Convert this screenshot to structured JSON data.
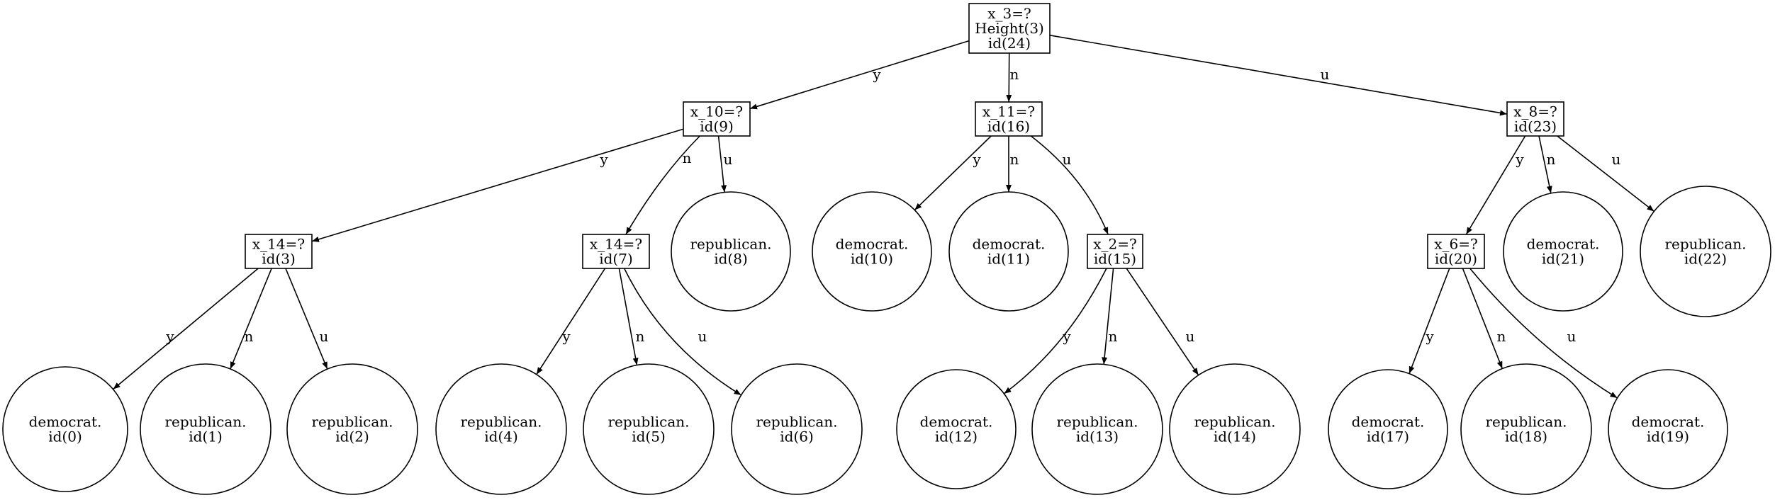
{
  "tree": {
    "nodes": [
      {
        "id": "n24",
        "kind": "split",
        "lines": [
          "x_3=?",
          "Height(3)",
          "id(24)"
        ]
      },
      {
        "id": "n9",
        "kind": "split",
        "lines": [
          "x_10=?",
          "id(9)"
        ]
      },
      {
        "id": "n16",
        "kind": "split",
        "lines": [
          "x_11=?",
          "id(16)"
        ]
      },
      {
        "id": "n23",
        "kind": "split",
        "lines": [
          "x_8=?",
          "id(23)"
        ]
      },
      {
        "id": "n3",
        "kind": "split",
        "lines": [
          "x_14=?",
          "id(3)"
        ]
      },
      {
        "id": "n7",
        "kind": "split",
        "lines": [
          "x_14=?",
          "id(7)"
        ]
      },
      {
        "id": "n8",
        "kind": "leaf",
        "lines": [
          "republican.",
          "id(8)"
        ]
      },
      {
        "id": "n10",
        "kind": "leaf",
        "lines": [
          "democrat.",
          "id(10)"
        ]
      },
      {
        "id": "n11",
        "kind": "leaf",
        "lines": [
          "democrat.",
          "id(11)"
        ]
      },
      {
        "id": "n15",
        "kind": "split",
        "lines": [
          "x_2=?",
          "id(15)"
        ]
      },
      {
        "id": "n20",
        "kind": "split",
        "lines": [
          "x_6=?",
          "id(20)"
        ]
      },
      {
        "id": "n21",
        "kind": "leaf",
        "lines": [
          "democrat.",
          "id(21)"
        ]
      },
      {
        "id": "n22",
        "kind": "leaf",
        "lines": [
          "republican.",
          "id(22)"
        ]
      },
      {
        "id": "n0",
        "kind": "leaf",
        "lines": [
          "democrat.",
          "id(0)"
        ]
      },
      {
        "id": "n1",
        "kind": "leaf",
        "lines": [
          "republican.",
          "id(1)"
        ]
      },
      {
        "id": "n2",
        "kind": "leaf",
        "lines": [
          "republican.",
          "id(2)"
        ]
      },
      {
        "id": "n4",
        "kind": "leaf",
        "lines": [
          "republican.",
          "id(4)"
        ]
      },
      {
        "id": "n5",
        "kind": "leaf",
        "lines": [
          "republican.",
          "id(5)"
        ]
      },
      {
        "id": "n6",
        "kind": "leaf",
        "lines": [
          "republican.",
          "id(6)"
        ]
      },
      {
        "id": "n12",
        "kind": "leaf",
        "lines": [
          "democrat.",
          "id(12)"
        ]
      },
      {
        "id": "n13",
        "kind": "leaf",
        "lines": [
          "republican.",
          "id(13)"
        ]
      },
      {
        "id": "n14",
        "kind": "leaf",
        "lines": [
          "republican.",
          "id(14)"
        ]
      },
      {
        "id": "n17",
        "kind": "leaf",
        "lines": [
          "democrat.",
          "id(17)"
        ]
      },
      {
        "id": "n18",
        "kind": "leaf",
        "lines": [
          "republican.",
          "id(18)"
        ]
      },
      {
        "id": "n19",
        "kind": "leaf",
        "lines": [
          "democrat.",
          "id(19)"
        ]
      }
    ],
    "edges": [
      {
        "from": "n24",
        "to": "n9",
        "label": "y"
      },
      {
        "from": "n24",
        "to": "n16",
        "label": "n"
      },
      {
        "from": "n24",
        "to": "n23",
        "label": "u"
      },
      {
        "from": "n9",
        "to": "n3",
        "label": "y"
      },
      {
        "from": "n9",
        "to": "n7",
        "label": "n"
      },
      {
        "from": "n9",
        "to": "n8",
        "label": "u"
      },
      {
        "from": "n16",
        "to": "n10",
        "label": "y"
      },
      {
        "from": "n16",
        "to": "n11",
        "label": "n"
      },
      {
        "from": "n16",
        "to": "n15",
        "label": "u"
      },
      {
        "from": "n23",
        "to": "n20",
        "label": "y"
      },
      {
        "from": "n23",
        "to": "n21",
        "label": "n"
      },
      {
        "from": "n23",
        "to": "n22",
        "label": "u"
      },
      {
        "from": "n3",
        "to": "n0",
        "label": "y"
      },
      {
        "from": "n3",
        "to": "n1",
        "label": "n"
      },
      {
        "from": "n3",
        "to": "n2",
        "label": "u"
      },
      {
        "from": "n7",
        "to": "n4",
        "label": "y"
      },
      {
        "from": "n7",
        "to": "n5",
        "label": "n"
      },
      {
        "from": "n7",
        "to": "n6",
        "label": "u"
      },
      {
        "from": "n15",
        "to": "n12",
        "label": "y"
      },
      {
        "from": "n15",
        "to": "n13",
        "label": "n"
      },
      {
        "from": "n15",
        "to": "n14",
        "label": "u"
      },
      {
        "from": "n20",
        "to": "n17",
        "label": "y"
      },
      {
        "from": "n20",
        "to": "n18",
        "label": "n"
      },
      {
        "from": "n20",
        "to": "n19",
        "label": "u"
      }
    ]
  }
}
